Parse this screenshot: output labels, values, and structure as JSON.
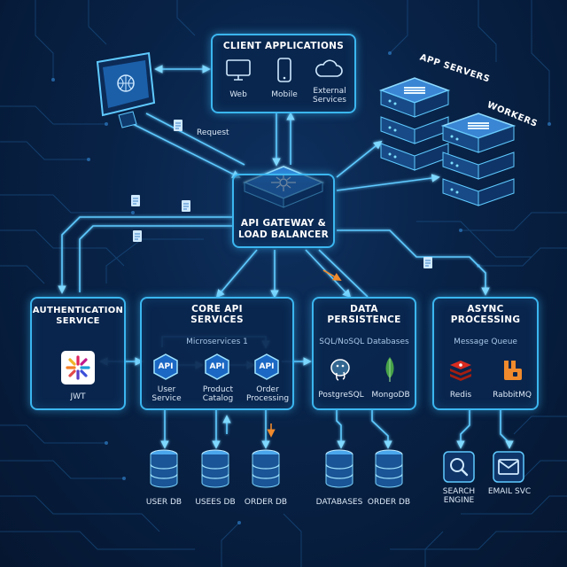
{
  "client": {
    "title": "CLIENT APPLICATIONS",
    "items": [
      {
        "label": "Web",
        "icon": "monitor-icon"
      },
      {
        "label": "Mobile",
        "icon": "smartphone-icon"
      },
      {
        "label": "External\nServices",
        "icon": "cloud-icon"
      }
    ]
  },
  "request_label": "Request",
  "app_servers_label": "APP SERVERS",
  "workers_label": "WORKERS",
  "gateway": {
    "title": "API GATEWAY &\nLOAD BALANCER"
  },
  "auth": {
    "title": "AUTHENTICATION\nSERVICE",
    "token": "JWT"
  },
  "core": {
    "title": "CORE API\nSERVICES",
    "subtitle": "Microservices 1",
    "apis": [
      {
        "badge": "API",
        "label": "User\nService"
      },
      {
        "badge": "API",
        "label": "Product\nCatalog"
      },
      {
        "badge": "API",
        "label": "Order\nProcessing"
      }
    ]
  },
  "persistence": {
    "title": "DATA\nPERSISTENCE",
    "subtitle": "SQL/NoSQL Databases",
    "items": [
      {
        "label": "PostgreSQL"
      },
      {
        "label": "MongoDB"
      }
    ]
  },
  "async": {
    "title": "ASYNC\nPROCESSING",
    "subtitle": "Message Queue",
    "items": [
      {
        "label": "Redis"
      },
      {
        "label": "RabbitMQ"
      }
    ]
  },
  "databases": [
    {
      "label": "USER DB"
    },
    {
      "label": "USEES DB"
    },
    {
      "label": "ORDER DB"
    },
    {
      "label": "DATABASES"
    },
    {
      "label": "ORDER DB"
    }
  ],
  "search_label": "SEARCH\nENGINE",
  "email_label": "EMAIL SVC",
  "colors": {
    "accent": "#3bb6f0",
    "panel": "#0a264e",
    "orange": "#f08a2c",
    "background": "#06162e"
  }
}
